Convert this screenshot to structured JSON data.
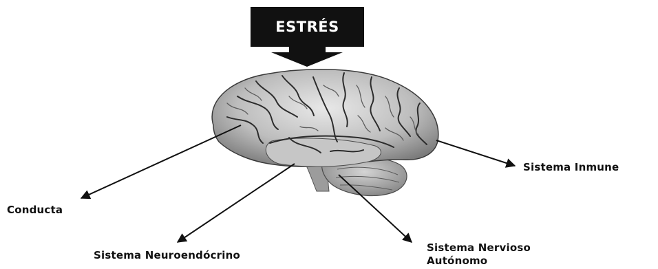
{
  "diagram": {
    "input_label": "ESTRÉS",
    "center_image": "brain",
    "outputs": [
      {
        "label_lines": [
          "Conducta"
        ]
      },
      {
        "label_lines": [
          "Sistema Neuroendócrino"
        ]
      },
      {
        "label_lines": [
          "Sistema Nervioso",
          "Autónomo"
        ]
      },
      {
        "label_lines": [
          "Sistema Inmune"
        ]
      }
    ]
  },
  "colors": {
    "stress_box": "#111111",
    "stress_text": "#ffffff",
    "arrow": "#111111",
    "brain_light": "#dedede",
    "brain_mid": "#a9a9a9",
    "brain_dark": "#2c2c2c"
  }
}
